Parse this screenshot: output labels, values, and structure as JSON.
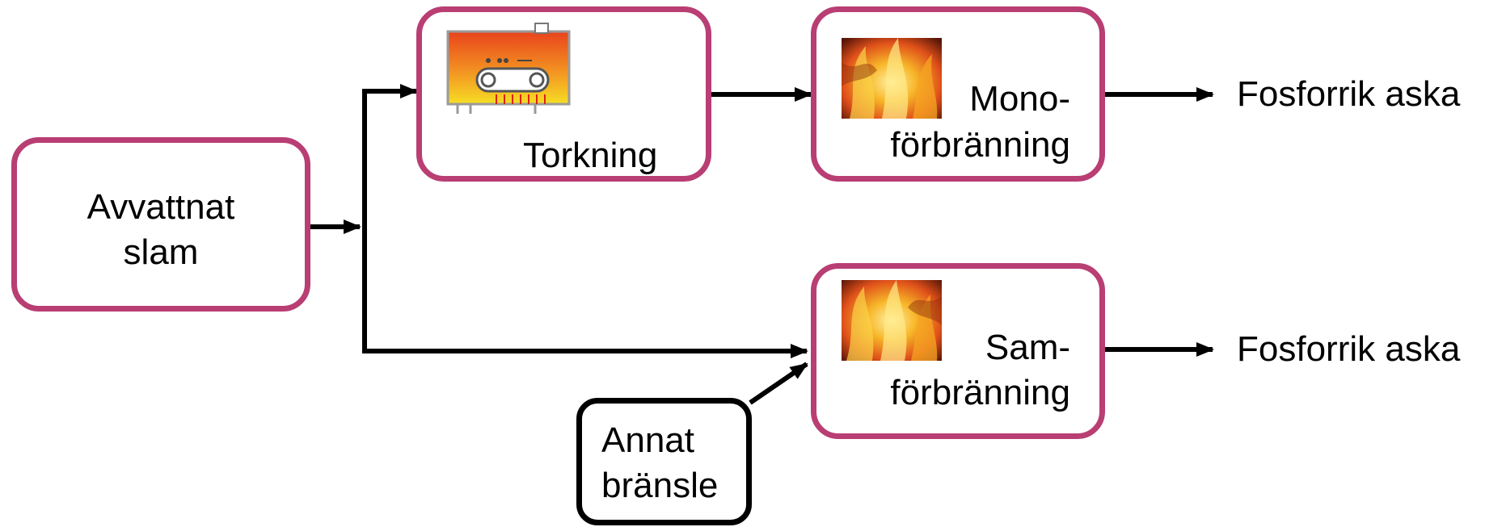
{
  "nodes": {
    "avvattnat": {
      "line1": "Avvattnat",
      "line2": "slam"
    },
    "torkning": {
      "label": "Torkning"
    },
    "mono": {
      "line1": "Mono-",
      "line2": "förbränning"
    },
    "sam": {
      "line1": "Sam-",
      "line2": "förbränning"
    },
    "annat": {
      "line1": "Annat",
      "line2": "bränsle"
    }
  },
  "outputs": {
    "mono_out": "Fosforrik aska",
    "sam_out": "Fosforrik aska"
  },
  "icons": {
    "dryer": "dryer-icon",
    "fire_mono": "fire-icon",
    "fire_sam": "fire-icon"
  },
  "colors": {
    "node_border": "#b83e73",
    "secondary_border": "#000000",
    "arrow": "#000000"
  }
}
